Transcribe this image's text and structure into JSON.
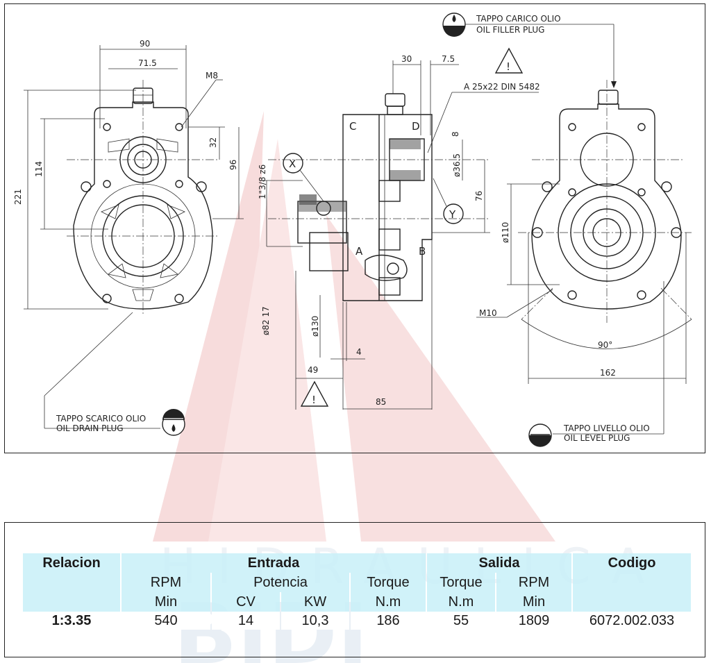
{
  "drawing": {
    "dimensions": {
      "d90": "90",
      "d71_5": "71.5",
      "m8": "M8",
      "d221": "221",
      "d114": "114",
      "d32": "32",
      "d96": "96",
      "d30": "30",
      "d7_5": "7.5",
      "spline": "A 25x22 DIN 5482",
      "d8": "8",
      "d36_5": "ø36.5",
      "d76": "76",
      "thread": "1\"3/8 z6",
      "d82": "ø82 17",
      "d130": "ø130",
      "d4": "4",
      "d49": "49",
      "d85": "85",
      "d110": "ø110",
      "m10": "M10",
      "angle": "90°",
      "d162": "162"
    },
    "markers": {
      "x": "X",
      "y": "Y",
      "a": "A",
      "b": "B",
      "c": "C",
      "d": "D"
    },
    "notes": {
      "filler_it": "TAPPO CARICO OLIO",
      "filler_en": "OIL FILLER PLUG",
      "drain_it": "TAPPO SCARICO OLIO",
      "drain_en": "OIL DRAIN PLUG",
      "level_it": "TAPPO LIVELLO OLIO",
      "level_en": "OIL LEVEL PLUG"
    },
    "warning_symbol": "!"
  },
  "table": {
    "headers": {
      "relacion": "Relacion",
      "entrada": "Entrada",
      "salida": "Salida",
      "codigo": "Codigo"
    },
    "sub1": {
      "rpm": "RPM",
      "potencia": "Potencia",
      "torque_in": "Torque",
      "torque_out": "Torque",
      "rpm_out": "RPM"
    },
    "sub2": {
      "min": "Min",
      "cv": "CV",
      "kw": "KW",
      "nm_in": "N.m",
      "nm_out": "N.m",
      "min_out": "Min"
    },
    "row": {
      "relacion": "1:3.35",
      "rpm": "540",
      "cv": "14",
      "kw": "10,3",
      "torque_in": "186",
      "torque_out": "55",
      "rpm_out": "1809",
      "codigo": "6072.002.033"
    }
  },
  "colors": {
    "watermark_red": "#f7dcdc",
    "watermark_blue": "#e3ecf5",
    "table_cyan": "#c8f0f8",
    "line": "#222222"
  }
}
